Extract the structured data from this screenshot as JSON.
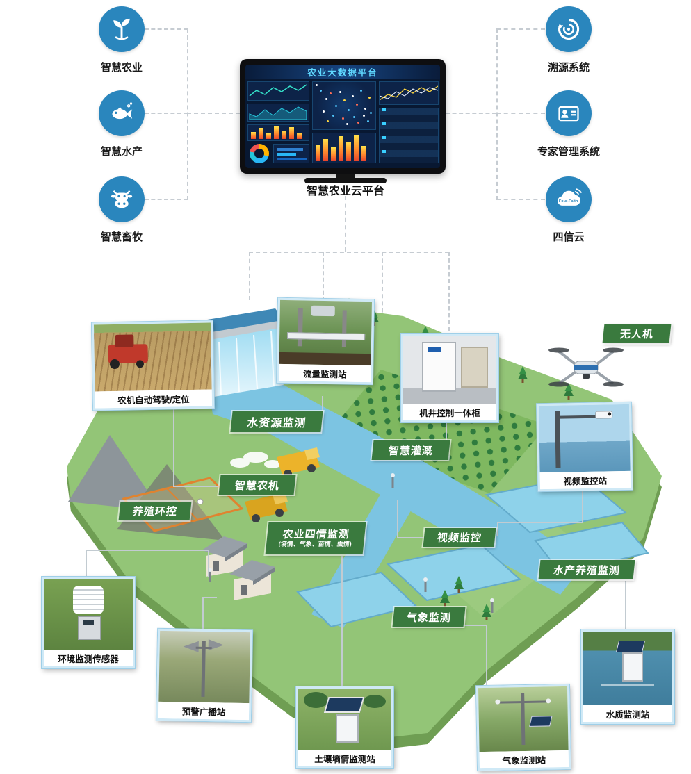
{
  "platform": {
    "screen_title": "农业大数据平台",
    "caption": "智慧农业云平台"
  },
  "left_nodes": [
    {
      "label": "智慧农业"
    },
    {
      "label": "智慧水产"
    },
    {
      "label": "智慧畜牧"
    }
  ],
  "right_nodes": [
    {
      "label": "溯源系统"
    },
    {
      "label": "专家管理系统"
    },
    {
      "label": "四信云",
      "badge": "Four-Faith"
    }
  ],
  "scene": {
    "drone_tag": "无人机",
    "tags": {
      "water_resource": "水资源监测",
      "irrigation": "智慧灌溉",
      "machinery": "智慧农机",
      "breeding": "养殖环控",
      "four_conditions": "农业四情监测",
      "four_conditions_sub": "(墒情、气象、苗情、虫情)",
      "video": "视频监控",
      "aquaculture": "水产养殖监测",
      "weather": "气象监测"
    },
    "photos": {
      "tractor": "农机自动驾驶/定位",
      "flow": "流量监测站",
      "well": "机井控制一体柜",
      "video_station": "视频监控站",
      "env_sensor": "环境监测传感器",
      "broadcast": "预警广播站",
      "soil": "土壤墒情监测站",
      "weather_station": "气象监测站",
      "water_quality": "水质监测站"
    }
  },
  "colors": {
    "node_blue": "#2a86bd",
    "tag_green": "#3a7a3e",
    "screen_bg": "#081832",
    "accent_cyan": "#39d0ff"
  }
}
